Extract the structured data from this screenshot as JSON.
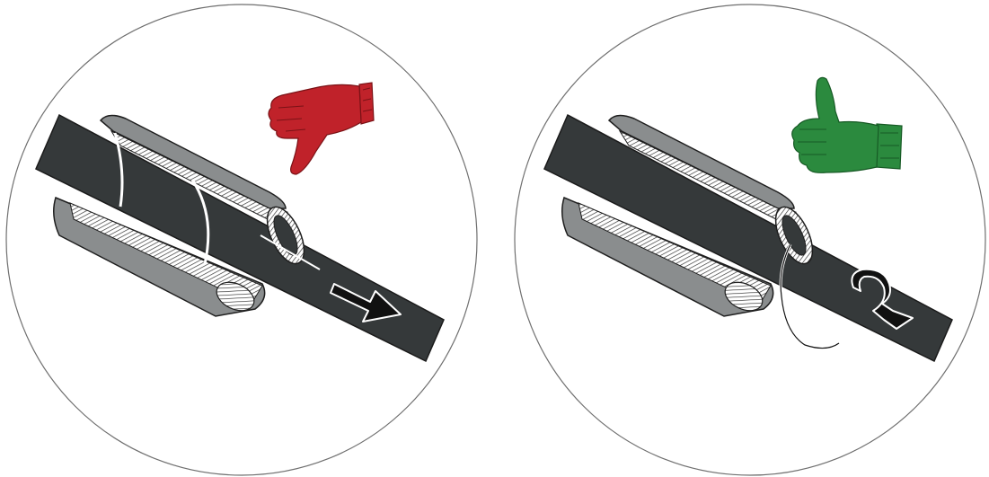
{
  "colors": {
    "background": "#ffffff",
    "circle_outline": "#6f6f6f",
    "cable": "#35393a",
    "sleeve": "#8a8d8e",
    "sleeve_dark": "#6e7273",
    "wrap_lines": "#2b2b2b",
    "arrow": "#111111",
    "wrong_glove": "#c0222a",
    "correct_glove": "#2b8a3e"
  },
  "panels": [
    {
      "verdict": "wrong",
      "glove_icon": "thumbs-down-icon",
      "motion": "straight-pull-arrow"
    },
    {
      "verdict": "correct",
      "glove_icon": "thumbs-up-icon",
      "motion": "twist-pull-arrow"
    }
  ]
}
